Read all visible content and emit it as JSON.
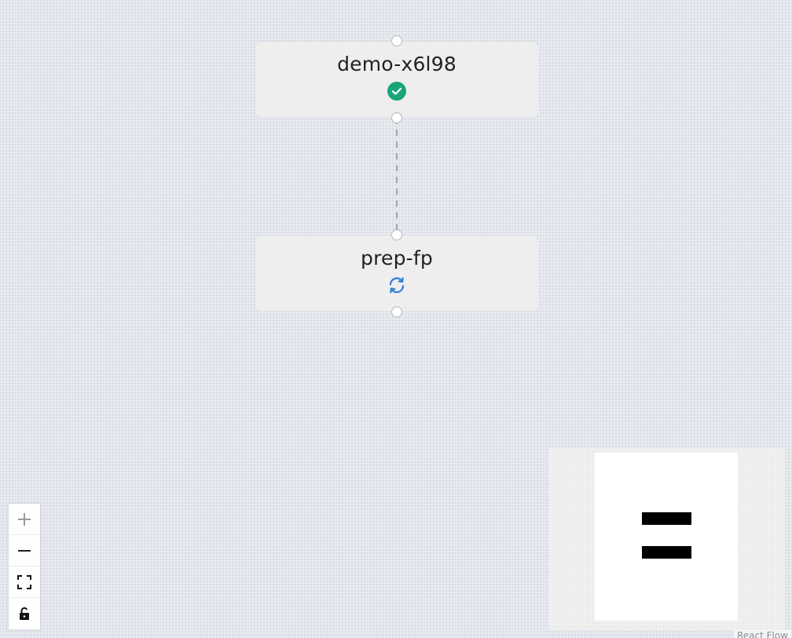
{
  "flow": {
    "nodes": [
      {
        "label": "demo-x6l98",
        "status": "succeeded",
        "status_icon": "check-circle-icon",
        "status_color": "#18a579"
      },
      {
        "label": "prep-fp",
        "status": "running",
        "status_icon": "sync-icon",
        "status_color": "#2f7fd6"
      }
    ],
    "edges": [
      {
        "from": "demo-x6l98",
        "to": "prep-fp",
        "style": "dashed"
      }
    ]
  },
  "controls": [
    {
      "action": "zoom in",
      "icon": "plus-icon"
    },
    {
      "action": "zoom out",
      "icon": "minus-icon"
    },
    {
      "action": "fit view",
      "icon": "fit-view-icon"
    },
    {
      "action": "toggle interactivity",
      "icon": "lock-icon"
    }
  ],
  "attribution": "React Flow",
  "colors": {
    "canvas_background": "#e3e6ec",
    "node_background": "#eeeeee",
    "edge": "#a0a4ab"
  }
}
